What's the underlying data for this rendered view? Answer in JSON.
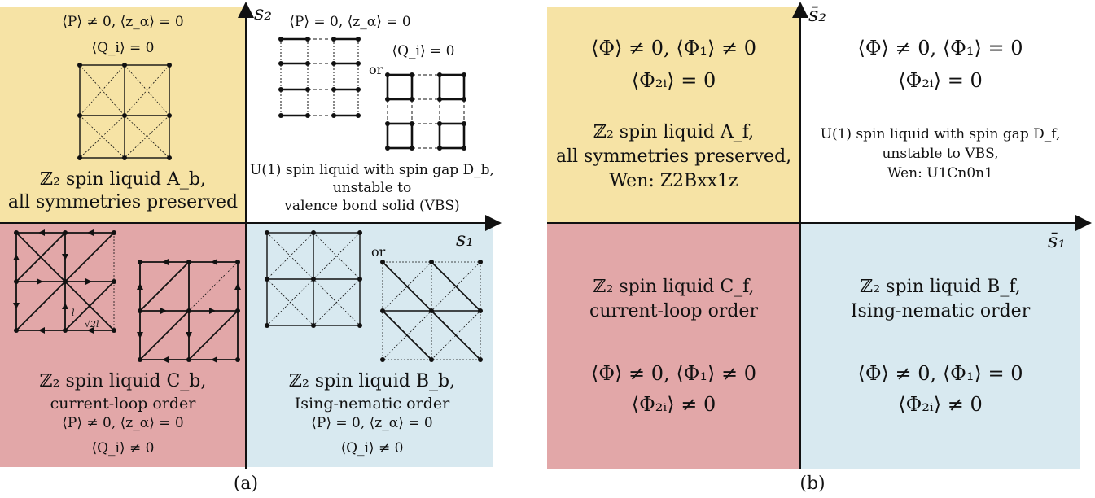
{
  "colors": {
    "yellow": "#f6e3a5",
    "red": "#e2a7a8",
    "blue": "#d8e9f0",
    "white": "#ffffff",
    "axis": "#111111"
  },
  "panel_a": {
    "caption": "(a)",
    "axis_x": "s₁",
    "axis_y": "s₂",
    "top_left": {
      "line1": "⟨P⟩ ≠ 0, ⟨z_α⟩ = 0",
      "line2": "⟨Q_i⟩ = 0",
      "title1": "ℤ₂ spin liquid A_b,",
      "title2": "all symmetries preserved"
    },
    "top_right": {
      "line1": "⟨P⟩ = 0, ⟨z_α⟩ = 0",
      "line2": "⟨Q_i⟩ = 0",
      "or": "or",
      "title1": "U(1) spin liquid with spin gap D_b,",
      "title2": "unstable to",
      "title3": "valence bond solid (VBS)"
    },
    "bottom_left": {
      "title1": "ℤ₂ spin liquid C_b,",
      "title2": "current-loop order",
      "line1": "⟨P⟩ ≠ 0, ⟨z_α⟩ = 0",
      "line2": "⟨Q_i⟩ ≠ 0",
      "label_l": "l",
      "label_sqrt": "√2l"
    },
    "bottom_right": {
      "or": "or",
      "title1": "ℤ₂ spin liquid B_b,",
      "title2": "Ising-nematic order",
      "line1": "⟨P⟩ = 0, ⟨z_α⟩ = 0",
      "line2": "⟨Q_i⟩ ≠ 0"
    }
  },
  "panel_b": {
    "caption": "(b)",
    "axis_x": "s̄₁",
    "axis_y": "s̄₂",
    "top_left": {
      "line1": "⟨Φ⟩ ≠ 0, ⟨Φ₁⟩ ≠ 0",
      "line2": "⟨Φ₂ᵢ⟩ = 0",
      "title1": "ℤ₂ spin liquid A_f,",
      "title2": "all symmetries preserved,",
      "title3": "Wen: Z2Bxx1z"
    },
    "top_right": {
      "line1": "⟨Φ⟩ ≠ 0, ⟨Φ₁⟩ = 0",
      "line2": "⟨Φ₂ᵢ⟩ = 0",
      "title1": "U(1) spin liquid with spin gap D_f,",
      "title2": "unstable to VBS,",
      "title3": "Wen: U1Cn0n1"
    },
    "bottom_left": {
      "title1": "ℤ₂ spin liquid C_f,",
      "title2": "current-loop order",
      "line1": "⟨Φ⟩ ≠ 0, ⟨Φ₁⟩ ≠ 0",
      "line2": "⟨Φ₂ᵢ⟩ ≠ 0"
    },
    "bottom_right": {
      "title1": "ℤ₂ spin liquid B_f,",
      "title2": "Ising-nematic order",
      "line1": "⟨Φ⟩ ≠ 0, ⟨Φ₁⟩ = 0",
      "line2": "⟨Φ₂ᵢ⟩ ≠ 0"
    }
  }
}
